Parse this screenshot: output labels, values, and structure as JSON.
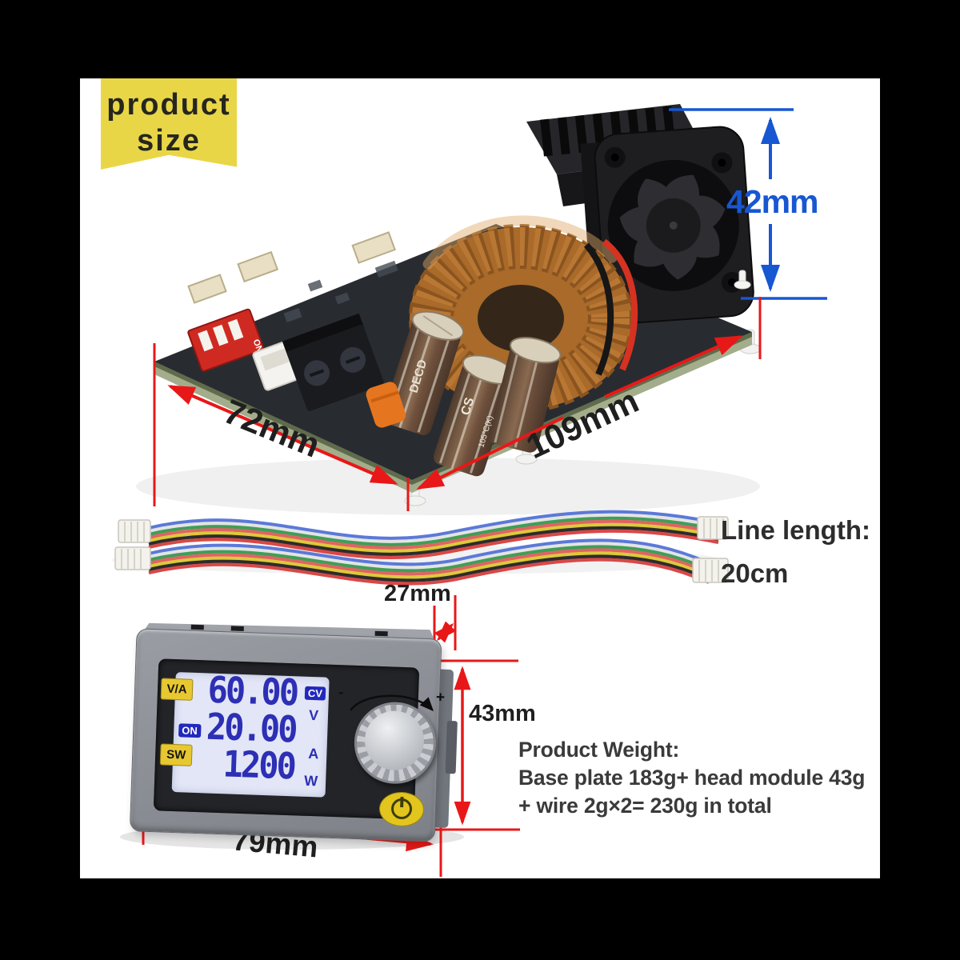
{
  "ribbon": {
    "line1": "product",
    "line2": "size",
    "color": "#e9d647"
  },
  "colors": {
    "dimension_red": "#e81818",
    "dimension_blue": "#1757d2",
    "ribbon_yellow": "#e9d647",
    "lcd_background": "#e2e6f6",
    "lcd_digit_blue": "#2d2fb5",
    "button_yellow": "#e8c830"
  },
  "board_photo": {
    "dimensions": {
      "height": "42mm",
      "width": "72mm",
      "length": "109mm"
    },
    "markings": {
      "dip_switch": "ON",
      "capacitor_brand": "DECD",
      "capacitor_marking": "CS",
      "capacitor_temp": "105°C(K)"
    }
  },
  "wires": {
    "label": "Line length:",
    "value": "20cm"
  },
  "module_photo": {
    "dimensions": {
      "depth": "27mm",
      "height": "43mm",
      "width": "79mm"
    },
    "buttons": {
      "va": "V/A",
      "sw": "SW"
    },
    "lcd": {
      "voltage": "60.00",
      "voltage_unit": "V",
      "cv_badge": "CV",
      "on_badge": "ON",
      "current": "20.00",
      "current_unit": "A",
      "power": "1200",
      "power_unit": "W"
    },
    "knob": {
      "minus": "-",
      "plus": "+"
    }
  },
  "weight": {
    "title": "Product Weight:",
    "line1": "Base plate 183g+ head module 43g",
    "line2": "+ wire 2g×2= 230g in total"
  }
}
